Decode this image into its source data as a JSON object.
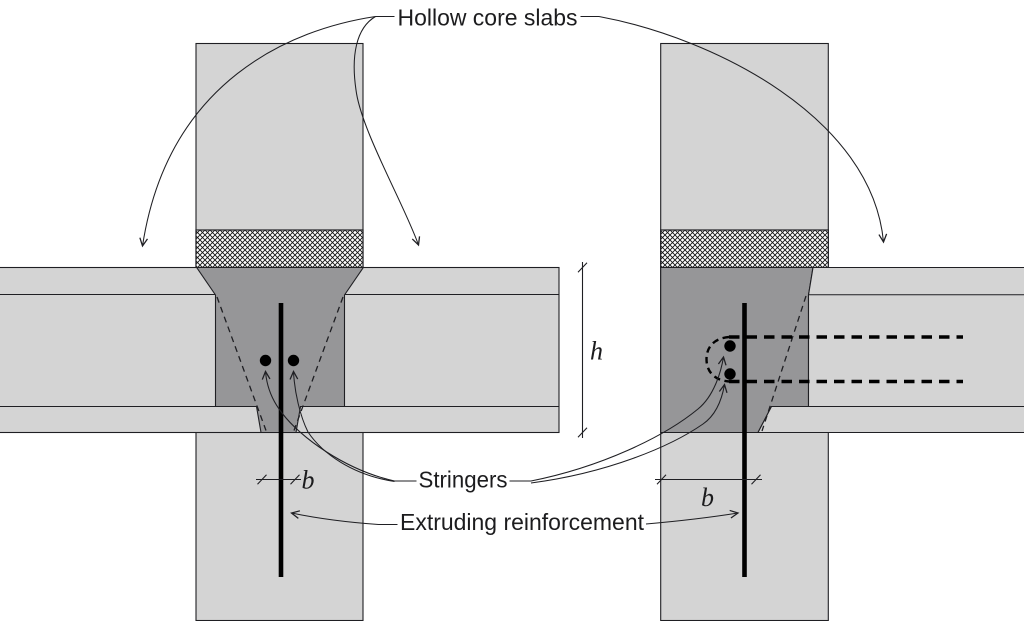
{
  "figure": {
    "labels": {
      "hollow_core_slabs": "Hollow core slabs",
      "stringers": "Stringers",
      "extruding_reinforcement": "Extruding reinforcement"
    },
    "dimensions": {
      "joint_width_left": "b",
      "joint_width_right": "b",
      "slab_height": "h"
    },
    "colors": {
      "bg": "#ffffff",
      "slab": "#d4d4d4",
      "grout": "#969698",
      "line": "#1f1f23",
      "text": "#1c1c1e",
      "bar": "#000000"
    }
  }
}
